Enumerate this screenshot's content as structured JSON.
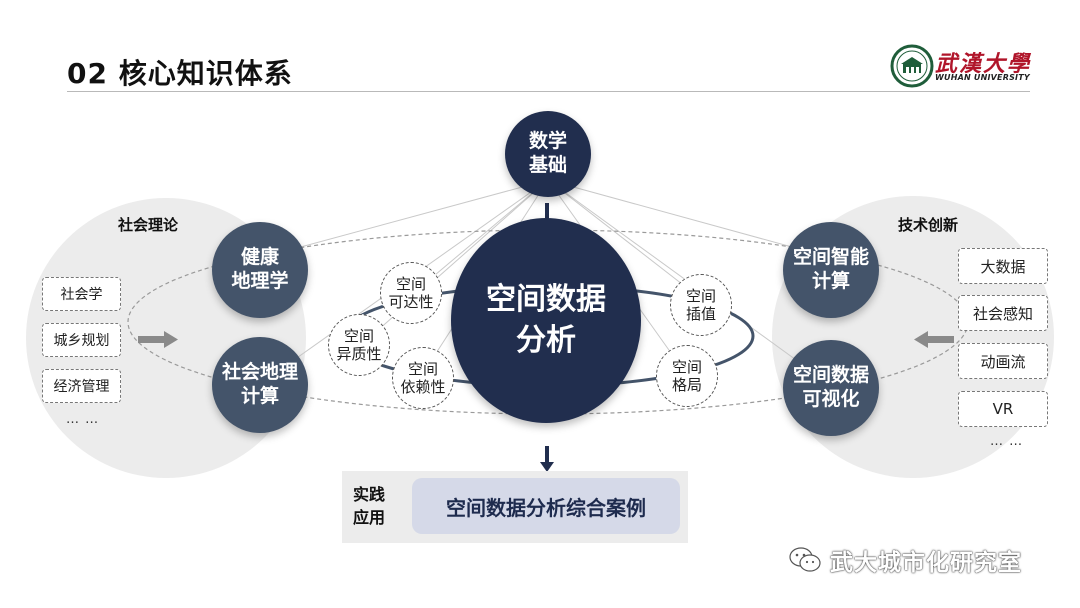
{
  "header": {
    "title": "02 核心知识体系",
    "logo_cn": "武漢大學",
    "logo_en": "WUHAN UNIVERSITY"
  },
  "center": {
    "label": "空间数据\n分析"
  },
  "top_node": {
    "label": "数学\n基础"
  },
  "left_nodes": [
    {
      "label": "健康\n地理学"
    },
    {
      "label": "社会地理\n计算"
    }
  ],
  "right_nodes": [
    {
      "label": "空间智能\n计算"
    },
    {
      "label": "空间数据\n可视化"
    }
  ],
  "small_circles": [
    {
      "label": "空间\n可达性"
    },
    {
      "label": "空间\n异质性"
    },
    {
      "label": "空间\n依赖性"
    },
    {
      "label": "空间\n插值"
    },
    {
      "label": "空间\n格局"
    }
  ],
  "left_panel": {
    "title": "社会理论",
    "items": [
      "社会学",
      "城乡规划",
      "经济管理"
    ],
    "more": "… …"
  },
  "right_panel": {
    "title": "技术创新",
    "items": [
      "大数据",
      "社会感知",
      "动画流",
      "VR"
    ],
    "more": "… …"
  },
  "practice": {
    "label": "实践\n应用",
    "case": "空间数据分析综合案例"
  },
  "watermark": {
    "text": "武大城市化研究室",
    "icon": "wechat-icon"
  },
  "colors": {
    "dark_navy": "#212e4e",
    "slate": "#44546a",
    "light_gray": "#ececec",
    "case_bg": "#d5d9e8",
    "logo_red": "#b0152a"
  }
}
